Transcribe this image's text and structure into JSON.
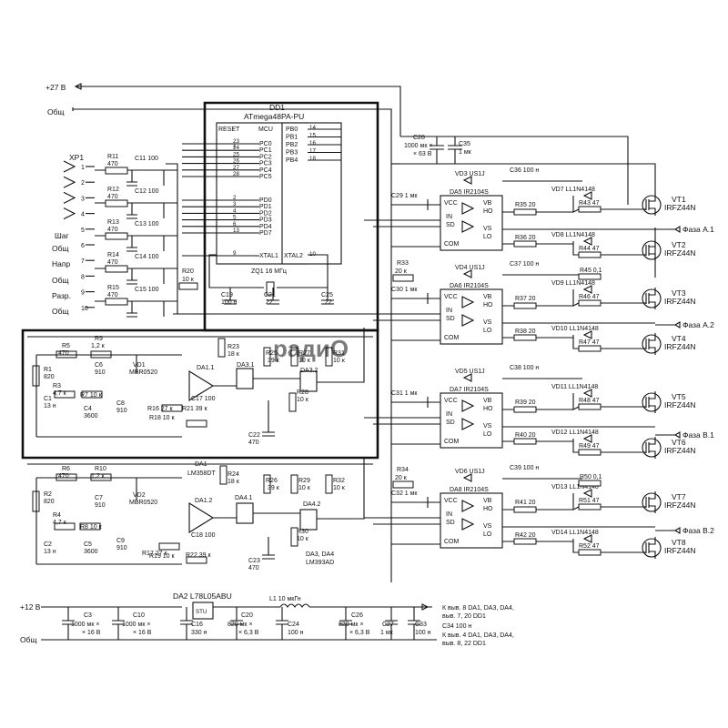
{
  "rails": {
    "v27": "+27 В",
    "v12": "+12 В",
    "gnd": "Общ",
    "gnd_left": [
      "Общ",
      "Общ",
      "Общ"
    ],
    "connector_labels": [
      "Шаг",
      "Напр",
      "Разр."
    ]
  },
  "mcu": {
    "ref": "DD1",
    "part": "ATmega48PA-PU",
    "header": [
      "RESET",
      "MCU"
    ],
    "left_pins": [
      "PC0",
      "PC1",
      "PC2",
      "PC3",
      "PC4",
      "PC5",
      "PD0",
      "PD1",
      "PD2",
      "PD3",
      "PD4",
      "PD7",
      "XTAL1"
    ],
    "left_nums": [
      "1",
      "23",
      "24",
      "25",
      "26",
      "27",
      "28",
      "2",
      "3",
      "4",
      "5",
      "6",
      "13",
      "9"
    ],
    "right_pins": [
      "PB0",
      "PB1",
      "PB2",
      "PB3",
      "PB4",
      "XTAL2"
    ],
    "right_nums": [
      "14",
      "15",
      "16",
      "17",
      "18",
      "10"
    ],
    "crystal": "ZQ1 16 МГц"
  },
  "connector": {
    "ref": "XP1",
    "pins": [
      "1",
      "2",
      "3",
      "4",
      "5",
      "6",
      "7",
      "8",
      "9",
      "10"
    ]
  },
  "input_filters": [
    {
      "r": "R11",
      "rv": "470",
      "c": "C11 100"
    },
    {
      "r": "R12",
      "rv": "470",
      "c": "C12 100"
    },
    {
      "r": "R13",
      "rv": "470",
      "c": "C13 100"
    },
    {
      "r": "R14",
      "rv": "470",
      "c": "C14 100"
    },
    {
      "r": "R15",
      "rv": "470",
      "c": "C15 100"
    }
  ],
  "mcu_support": [
    {
      "t": "R20"
    },
    {
      "t": "10 к"
    },
    {
      "t": "C19"
    },
    {
      "t": "100 н"
    },
    {
      "t": "C21"
    },
    {
      "t": "22"
    },
    {
      "t": "C25"
    },
    {
      "t": "22"
    }
  ],
  "current_sense_top": [
    {
      "t": "R5"
    },
    {
      "t": "470"
    },
    {
      "t": "R9"
    },
    {
      "t": "1,2 к"
    },
    {
      "t": "C6"
    },
    {
      "t": "910"
    },
    {
      "t": "VD1"
    },
    {
      "t": "MBR0520"
    },
    {
      "t": "R1"
    },
    {
      "t": "820"
    },
    {
      "t": "R3"
    },
    {
      "t": "4,7 к"
    },
    {
      "t": "R7 10 к"
    },
    {
      "t": "C1"
    },
    {
      "t": "13 н"
    },
    {
      "t": "C4"
    },
    {
      "t": "3600"
    },
    {
      "t": "C8"
    },
    {
      "t": "910"
    },
    {
      "t": "R16 27 к"
    },
    {
      "t": "R18 10 к"
    },
    {
      "t": "R21 39 к"
    },
    {
      "t": "C17 100"
    },
    {
      "t": "DA1.1"
    },
    {
      "t": "R23"
    },
    {
      "t": "18 к"
    },
    {
      "t": "DA3.1"
    },
    {
      "t": "C22"
    },
    {
      "t": "470"
    },
    {
      "t": "R25"
    },
    {
      "t": "39 к"
    },
    {
      "t": "R27"
    },
    {
      "t": "10 к"
    },
    {
      "t": "R31"
    },
    {
      "t": "10 к"
    },
    {
      "t": "DA3.2"
    },
    {
      "t": "R28"
    },
    {
      "t": "10 к"
    }
  ],
  "current_sense_bottom": [
    {
      "t": "R6"
    },
    {
      "t": "470"
    },
    {
      "t": "R10"
    },
    {
      "t": "1,2 к"
    },
    {
      "t": "C7"
    },
    {
      "t": "910"
    },
    {
      "t": "VD2"
    },
    {
      "t": "MBR0520"
    },
    {
      "t": "R2"
    },
    {
      "t": "820"
    },
    {
      "t": "R4"
    },
    {
      "t": "4,7 к"
    },
    {
      "t": "R8 10 к"
    },
    {
      "t": "C2"
    },
    {
      "t": "13 н"
    },
    {
      "t": "C5"
    },
    {
      "t": "3600"
    },
    {
      "t": "C9"
    },
    {
      "t": "910"
    },
    {
      "t": "R17 27 к"
    },
    {
      "t": "R19 10 к"
    },
    {
      "t": "R22 39 к"
    },
    {
      "t": "C18 100"
    },
    {
      "t": "DA1.2"
    },
    {
      "t": "DA1"
    },
    {
      "t": "LM358DT"
    },
    {
      "t": "R24"
    },
    {
      "t": "18 к"
    },
    {
      "t": "DA4.1"
    },
    {
      "t": "C23"
    },
    {
      "t": "470"
    },
    {
      "t": "R26"
    },
    {
      "t": "39 к"
    },
    {
      "t": "R29"
    },
    {
      "t": "10 к"
    },
    {
      "t": "R32"
    },
    {
      "t": "10 к"
    },
    {
      "t": "DA4.2"
    },
    {
      "t": "R30"
    },
    {
      "t": "10 к"
    },
    {
      "t": "DA3, DA4"
    },
    {
      "t": "LM393AD"
    }
  ],
  "power_caps": [
    {
      "t": "C28"
    },
    {
      "t": "1000 мк ×"
    },
    {
      "t": "× 63 В"
    },
    {
      "t": "C35"
    },
    {
      "t": "1 мк"
    }
  ],
  "drivers": [
    {
      "ref": "DA5 IR2104S",
      "vd": "VD3 US1J",
      "cboot": "C36 100 н",
      "cin": "C29 1 мк",
      "rg1": "R35 20",
      "rg2": "R36 20",
      "d1": "VD7 LL1N4148",
      "rd1": "R43 47",
      "d2": "VD8 LL1N4148",
      "rd2": "R44 47",
      "t1": "VT1",
      "t2": "VT2",
      "p1": "IRFZ44N",
      "p2": "IRFZ44N"
    },
    {
      "ref": "DA6 IR2104S",
      "vd": "VD4 US1J",
      "cboot": "C37 100 н",
      "cin": "C30 1 мк",
      "rg1": "R37 20",
      "rg2": "R38 20",
      "d1": "VD9 LL1N4148",
      "rd1": "R46 47",
      "d2": "VD10 LL1N4148",
      "rd2": "R47 47",
      "t1": "VT3",
      "t2": "VT4",
      "p1": "IRFZ44N",
      "p2": "IRFZ44N"
    },
    {
      "ref": "DA7 IR2104S",
      "vd": "VD5 US1J",
      "cboot": "C38 100 н",
      "cin": "C31 1 мк",
      "rg1": "R39 20",
      "rg2": "R40 20",
      "d1": "VD11 LL1N4148",
      "rd1": "R48 47",
      "d2": "VD12 LL1N4148",
      "rd2": "R49 47",
      "t1": "VT5",
      "t2": "VT6",
      "p1": "IRFZ44N",
      "p2": "IRFZ44N"
    },
    {
      "ref": "DA8 IR2104S",
      "vd": "VD6 US1J",
      "cboot": "C39 100 н",
      "cin": "C32 1 мк",
      "rg1": "R41 20",
      "rg2": "R42 20",
      "d1": "VD13 LL1N4148",
      "rd1": "R51 47",
      "d2": "VD14 LL1N4148",
      "rd2": "R52 47",
      "t1": "VT7",
      "t2": "VT8",
      "p1": "IRFZ44N",
      "p2": "IRFZ44N"
    }
  ],
  "driver_pins": {
    "vcc": "VCC",
    "in": "IN",
    "sd": "SD",
    "com": "COM",
    "vb": "VB",
    "ho": "HO",
    "vs": "VS",
    "lo": "LO"
  },
  "sense": {
    "r33": "R33",
    "r33v": "20 к",
    "r34": "R34",
    "r34v": "20 к",
    "r45": "R45 0,1",
    "r50": "R50 0,1"
  },
  "phases": [
    "Фаза A.1",
    "Фаза A.2",
    "Фаза B.1",
    "Фаза B.2"
  ],
  "regulator": {
    "ref": "DA2 L78L05ABU",
    "stu": "STU",
    "l1": "L1 10 мкГн"
  },
  "bottom_caps": [
    {
      "t": "C3"
    },
    {
      "t": "1000 мк ×"
    },
    {
      "t": "× 16 В"
    },
    {
      "t": "C10"
    },
    {
      "t": "1000 мк ×"
    },
    {
      "t": "× 16 В"
    },
    {
      "t": "C16"
    },
    {
      "t": "330 н"
    },
    {
      "t": "C20"
    },
    {
      "t": "820 мк ×"
    },
    {
      "t": "× 6,3 В"
    },
    {
      "t": "C24"
    },
    {
      "t": "100 н"
    },
    {
      "t": "C26"
    },
    {
      "t": "820 мк ×"
    },
    {
      "t": "× 6,3 В"
    },
    {
      "t": "C27"
    },
    {
      "t": "1 мк"
    },
    {
      "t": "C33"
    },
    {
      "t": "100 н"
    }
  ],
  "notes": {
    "line1": "К выв. 8 DA1, DA3, DA4,",
    "line2": "выв. 7, 20 DD1",
    "c34": "C34 100 н",
    "line3": "К выв. 4 DA1, DA3, DA4,",
    "line4": "выв. 8, 22 DD1"
  },
  "watermark": "радиО"
}
